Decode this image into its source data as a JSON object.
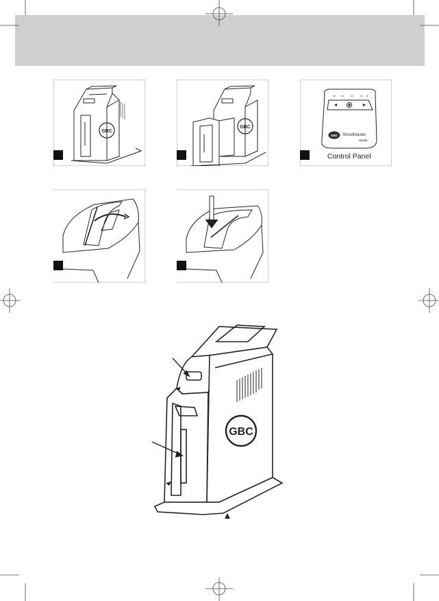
{
  "header": {
    "band_color": "#cfcfcf"
  },
  "figures": [
    {
      "id": "shredder-front",
      "step_marker": ""
    },
    {
      "id": "shredder-bin-open",
      "step_marker": ""
    },
    {
      "id": "control-panel",
      "step_marker": "",
      "caption": "Control Panel",
      "brand_text": "ShredMaster",
      "model_text": "GS100",
      "logo_text": "GBC"
    },
    {
      "id": "slot-cover-rotate",
      "step_marker": ""
    },
    {
      "id": "paper-insert",
      "step_marker": ""
    }
  ],
  "main_figure": {
    "logo_text": "GBC"
  },
  "colors": {
    "line": "#222222",
    "marker": "#111111"
  }
}
